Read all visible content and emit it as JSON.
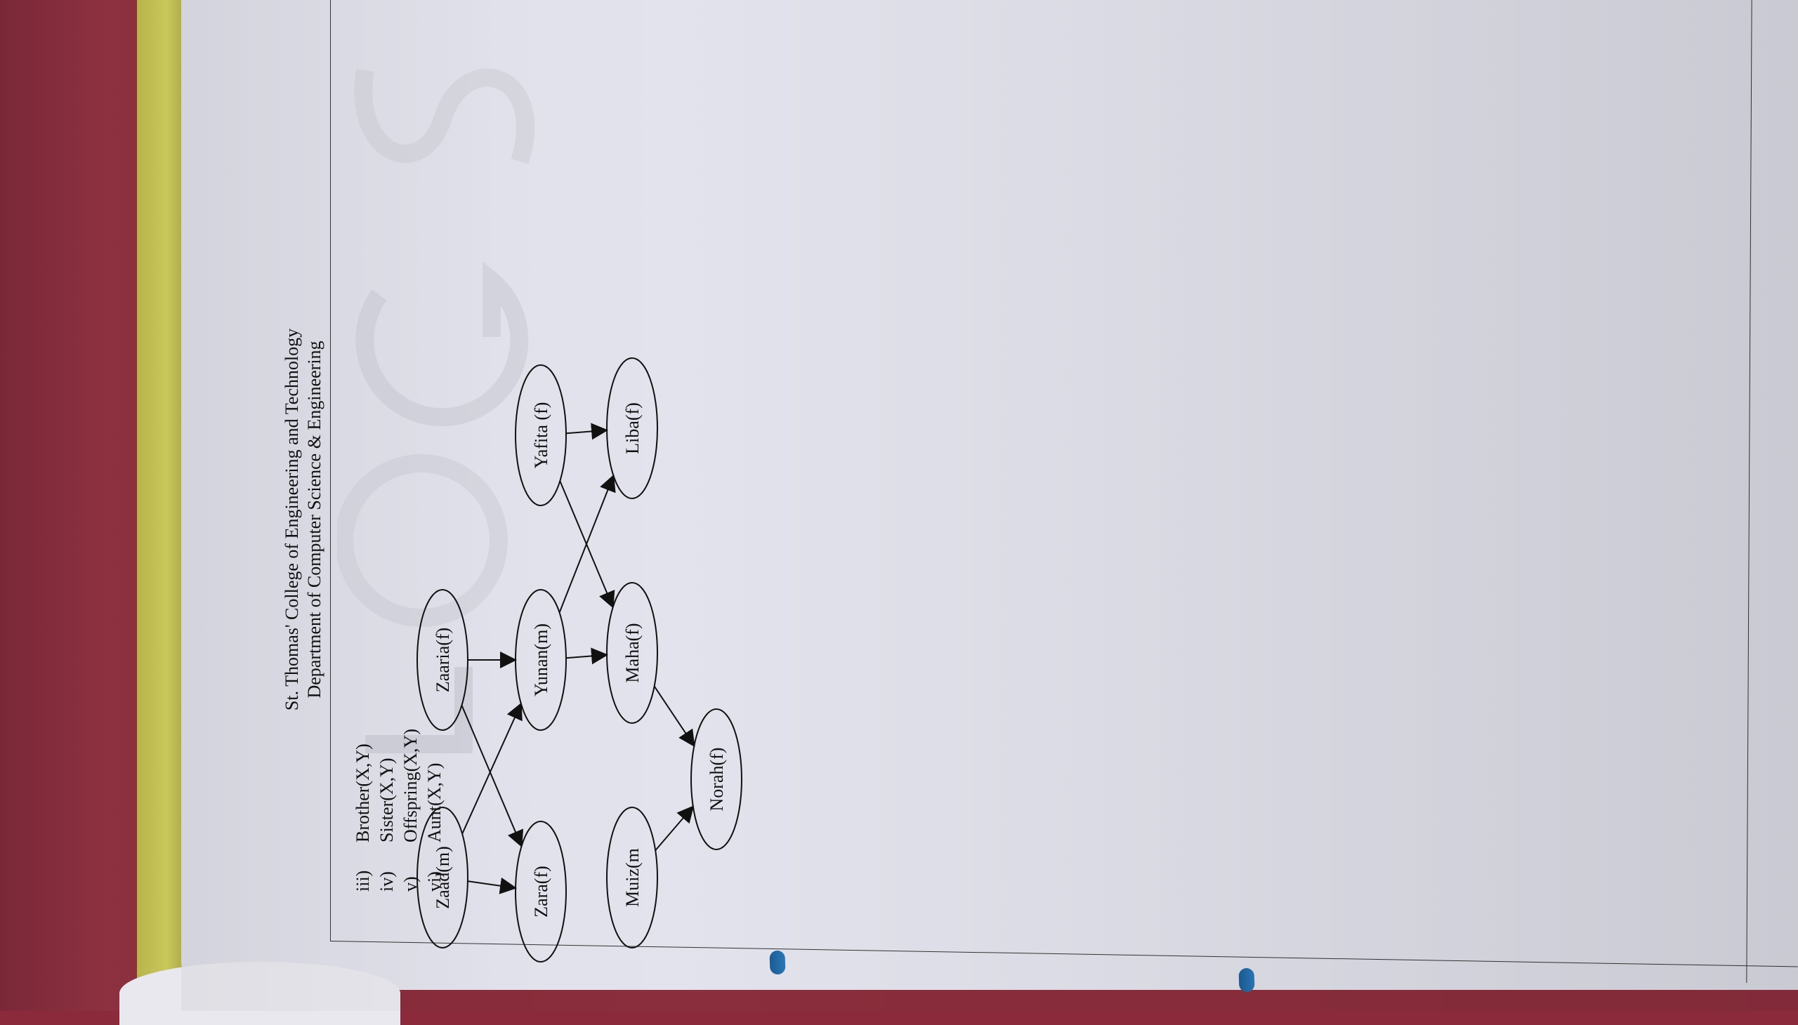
{
  "header": {
    "line1": "St. Thomas' College of Engineering and Technology",
    "line2": "Department of Computer Science & Engineering"
  },
  "predicates": [
    {
      "num": "iii)",
      "text": "Brother(X,Y)"
    },
    {
      "num": "iv)",
      "text": "Sister(X,Y)"
    },
    {
      "num": "v)",
      "text": "Offspring(X,Y)"
    },
    {
      "num": "vi)",
      "text": "Aunt(X,Y)"
    }
  ],
  "family_tree": {
    "nodes": [
      {
        "id": "zaad",
        "label": "Zaad(m)"
      },
      {
        "id": "zaaria",
        "label": "Zaaria(f)"
      },
      {
        "id": "zara",
        "label": "Zara(f)"
      },
      {
        "id": "yunan",
        "label": "Yunan(m)"
      },
      {
        "id": "yafita",
        "label": "Yafita (f)"
      },
      {
        "id": "muiz",
        "label": "Muiz(m"
      },
      {
        "id": "maha",
        "label": "Maha(f)"
      },
      {
        "id": "liba",
        "label": "Liba(f)"
      },
      {
        "id": "norah",
        "label": "Norah(f)"
      }
    ],
    "edges": [
      {
        "from": "zaad",
        "to": "zara"
      },
      {
        "from": "zaad",
        "to": "yunan"
      },
      {
        "from": "zaaria",
        "to": "zara"
      },
      {
        "from": "zaaria",
        "to": "yunan"
      },
      {
        "from": "yunan",
        "to": "maha"
      },
      {
        "from": "yunan",
        "to": "liba"
      },
      {
        "from": "yafita",
        "to": "maha"
      },
      {
        "from": "yafita",
        "to": "liba"
      },
      {
        "from": "muiz",
        "to": "norah"
      },
      {
        "from": "maha",
        "to": "norah"
      }
    ]
  },
  "watermark": {
    "letters": "LOGS"
  }
}
